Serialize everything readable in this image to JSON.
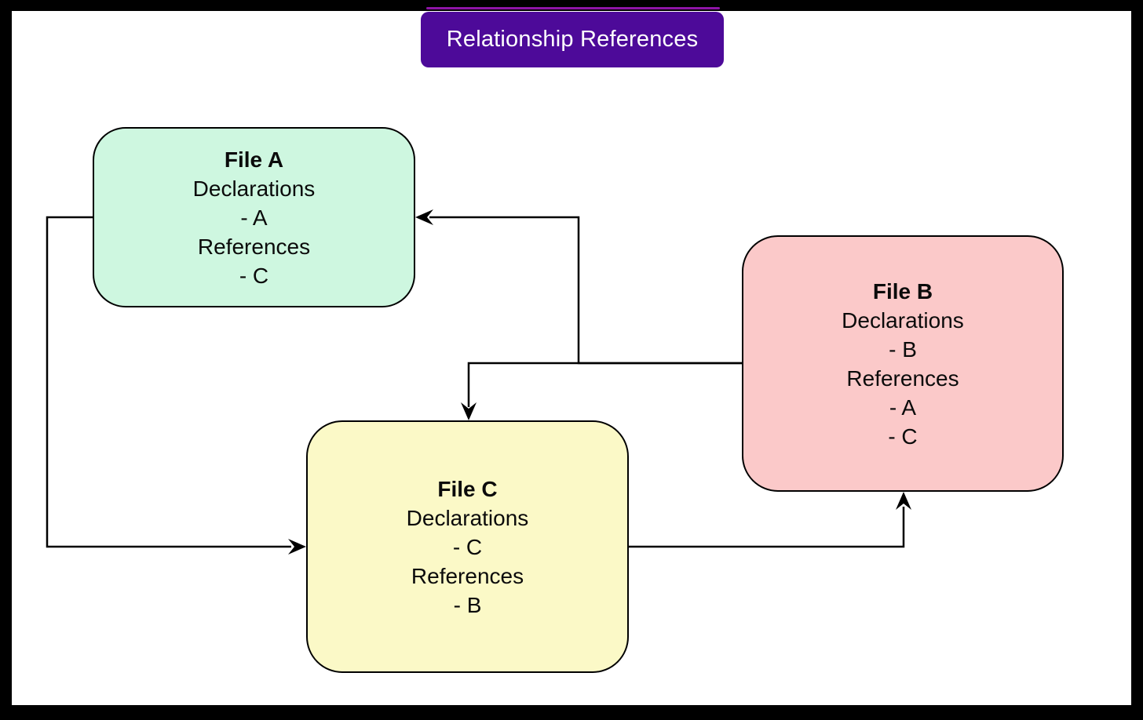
{
  "title": {
    "label": "Relationship References"
  },
  "nodes": {
    "file_a": {
      "title": "File A",
      "lines": [
        "Declarations",
        "- A",
        "References",
        "- C"
      ]
    },
    "file_b": {
      "title": "File B",
      "lines": [
        "Declarations",
        "- B",
        "References",
        "- A",
        "- C"
      ]
    },
    "file_c": {
      "title": "File C",
      "lines": [
        "Declarations",
        "- C",
        "References",
        "- B"
      ]
    }
  },
  "edges": [
    {
      "from": "File B",
      "to": "File A"
    },
    {
      "from": "File B",
      "to": "File C"
    },
    {
      "from": "File A",
      "to": "File C"
    },
    {
      "from": "File C",
      "to": "File B"
    }
  ],
  "colors": {
    "frame": "#000000",
    "canvas": "#ffffff",
    "title_bg": "#4d0a99",
    "title_text": "#ffffff",
    "accent_line": "#8e14a6",
    "file_a_bg": "#cef7e0",
    "file_b_bg": "#fbc9c9",
    "file_c_bg": "#fbf9c7",
    "node_border": "#000000",
    "connector": "#000000"
  }
}
